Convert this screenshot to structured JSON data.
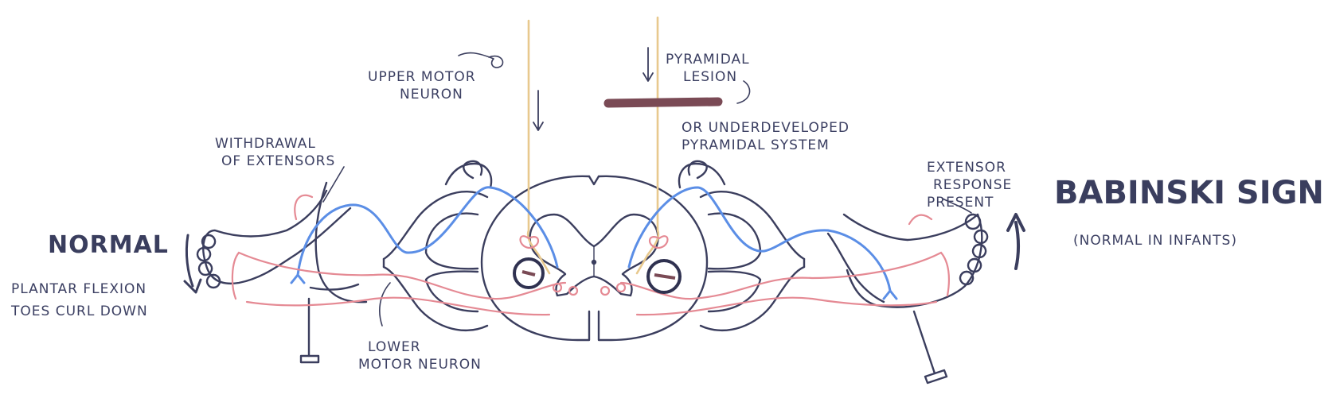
{
  "labels": {
    "upper_motor_neuron": [
      "UPPER MOTOR",
      "NEURON"
    ],
    "pyramidal_lesion": [
      "PYRAMIDAL",
      "LESION"
    ],
    "underdeveloped": [
      "OR UNDERDEVELOPED",
      "PYRAMIDAL SYSTEM"
    ],
    "withdrawal": [
      "WITHDRAWAL",
      "OF EXTENSORS"
    ],
    "extensor_response": [
      "EXTENSOR",
      "RESPONSE",
      "PRESENT"
    ],
    "normal": "NORMAL",
    "plantar": [
      "PLANTAR FLEXION",
      "TOES CURL DOWN"
    ],
    "lower_motor_neuron": [
      "LOWER",
      "MOTOR NEURON"
    ],
    "babinski": "BABINSKI SIGN",
    "normal_infants": "(NORMAL IN INFANTS)"
  },
  "colors": {
    "outline": "#3b3e5e",
    "motor": "#5b8ee6",
    "sensory": "#e58a94",
    "umn": "#e8c98e",
    "lesion": "#7a4a55"
  }
}
